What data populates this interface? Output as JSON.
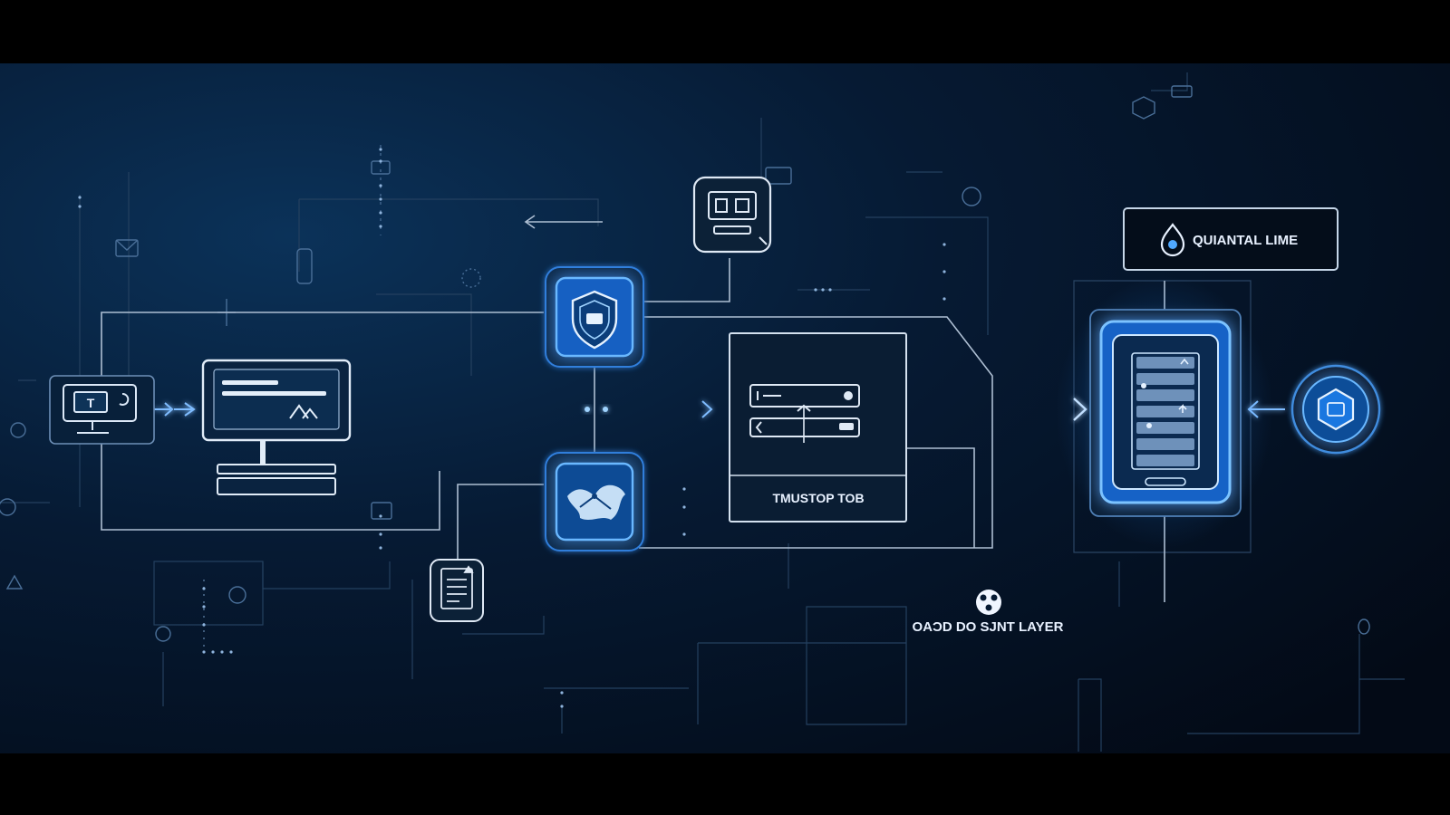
{
  "colors": {
    "background_top": "#061a33",
    "background_bottom": "#030a16",
    "letterbox": "#000000",
    "line_dim": "#2f4c6e",
    "line_mid": "#5a7ea6",
    "line_white": "#c9d8ea",
    "accent_blue": "#1e8bff",
    "accent_glow": "#43a6ff",
    "node_fill": "#0a2542",
    "text": "#e8f1ff"
  },
  "diagram": {
    "brand_box": {
      "icon": "drop-icon",
      "label": "QUIANTAL LIME"
    },
    "server_node": {
      "label": "TMUSTOP TOB"
    },
    "footer_layer": {
      "icon": "cloud-icon",
      "label": "OAƆD DO SJNT LAYER"
    },
    "nodes": [
      {
        "id": "terminal",
        "icon": "terminal-icon",
        "glyph": "T"
      },
      {
        "id": "desktop",
        "icon": "desktop-monitor-icon"
      },
      {
        "id": "shield",
        "icon": "shield-icon"
      },
      {
        "id": "network",
        "icon": "network-map-icon"
      },
      {
        "id": "panel",
        "icon": "control-panel-icon"
      },
      {
        "id": "document",
        "icon": "document-icon"
      },
      {
        "id": "tablet",
        "icon": "tablet-device-icon"
      },
      {
        "id": "hexagon",
        "icon": "hexagon-badge-icon"
      }
    ]
  }
}
